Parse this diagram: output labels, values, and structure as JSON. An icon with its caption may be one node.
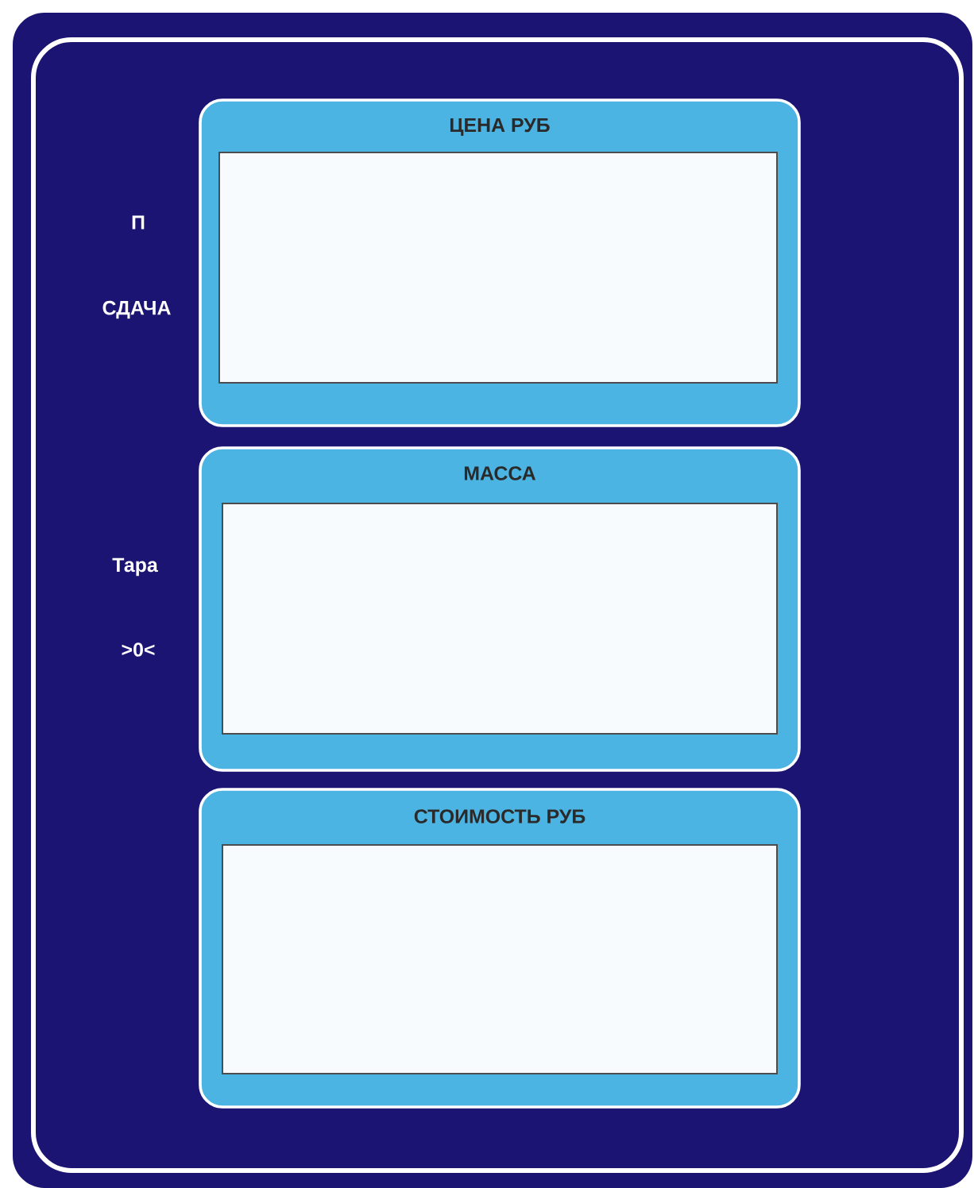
{
  "diagram": {
    "nodes": [
      {
        "text": [
          "ЦЕНА РУБ"
        ]
      },
      {
        "text": [
          "МАССА"
        ]
      },
      {
        "text": [
          "СТОИМОСТЬ РУБ"
        ]
      }
    ],
    "labels": [
      "П",
      "СДАЧА",
      "Тара",
      ">0<"
    ]
  }
}
